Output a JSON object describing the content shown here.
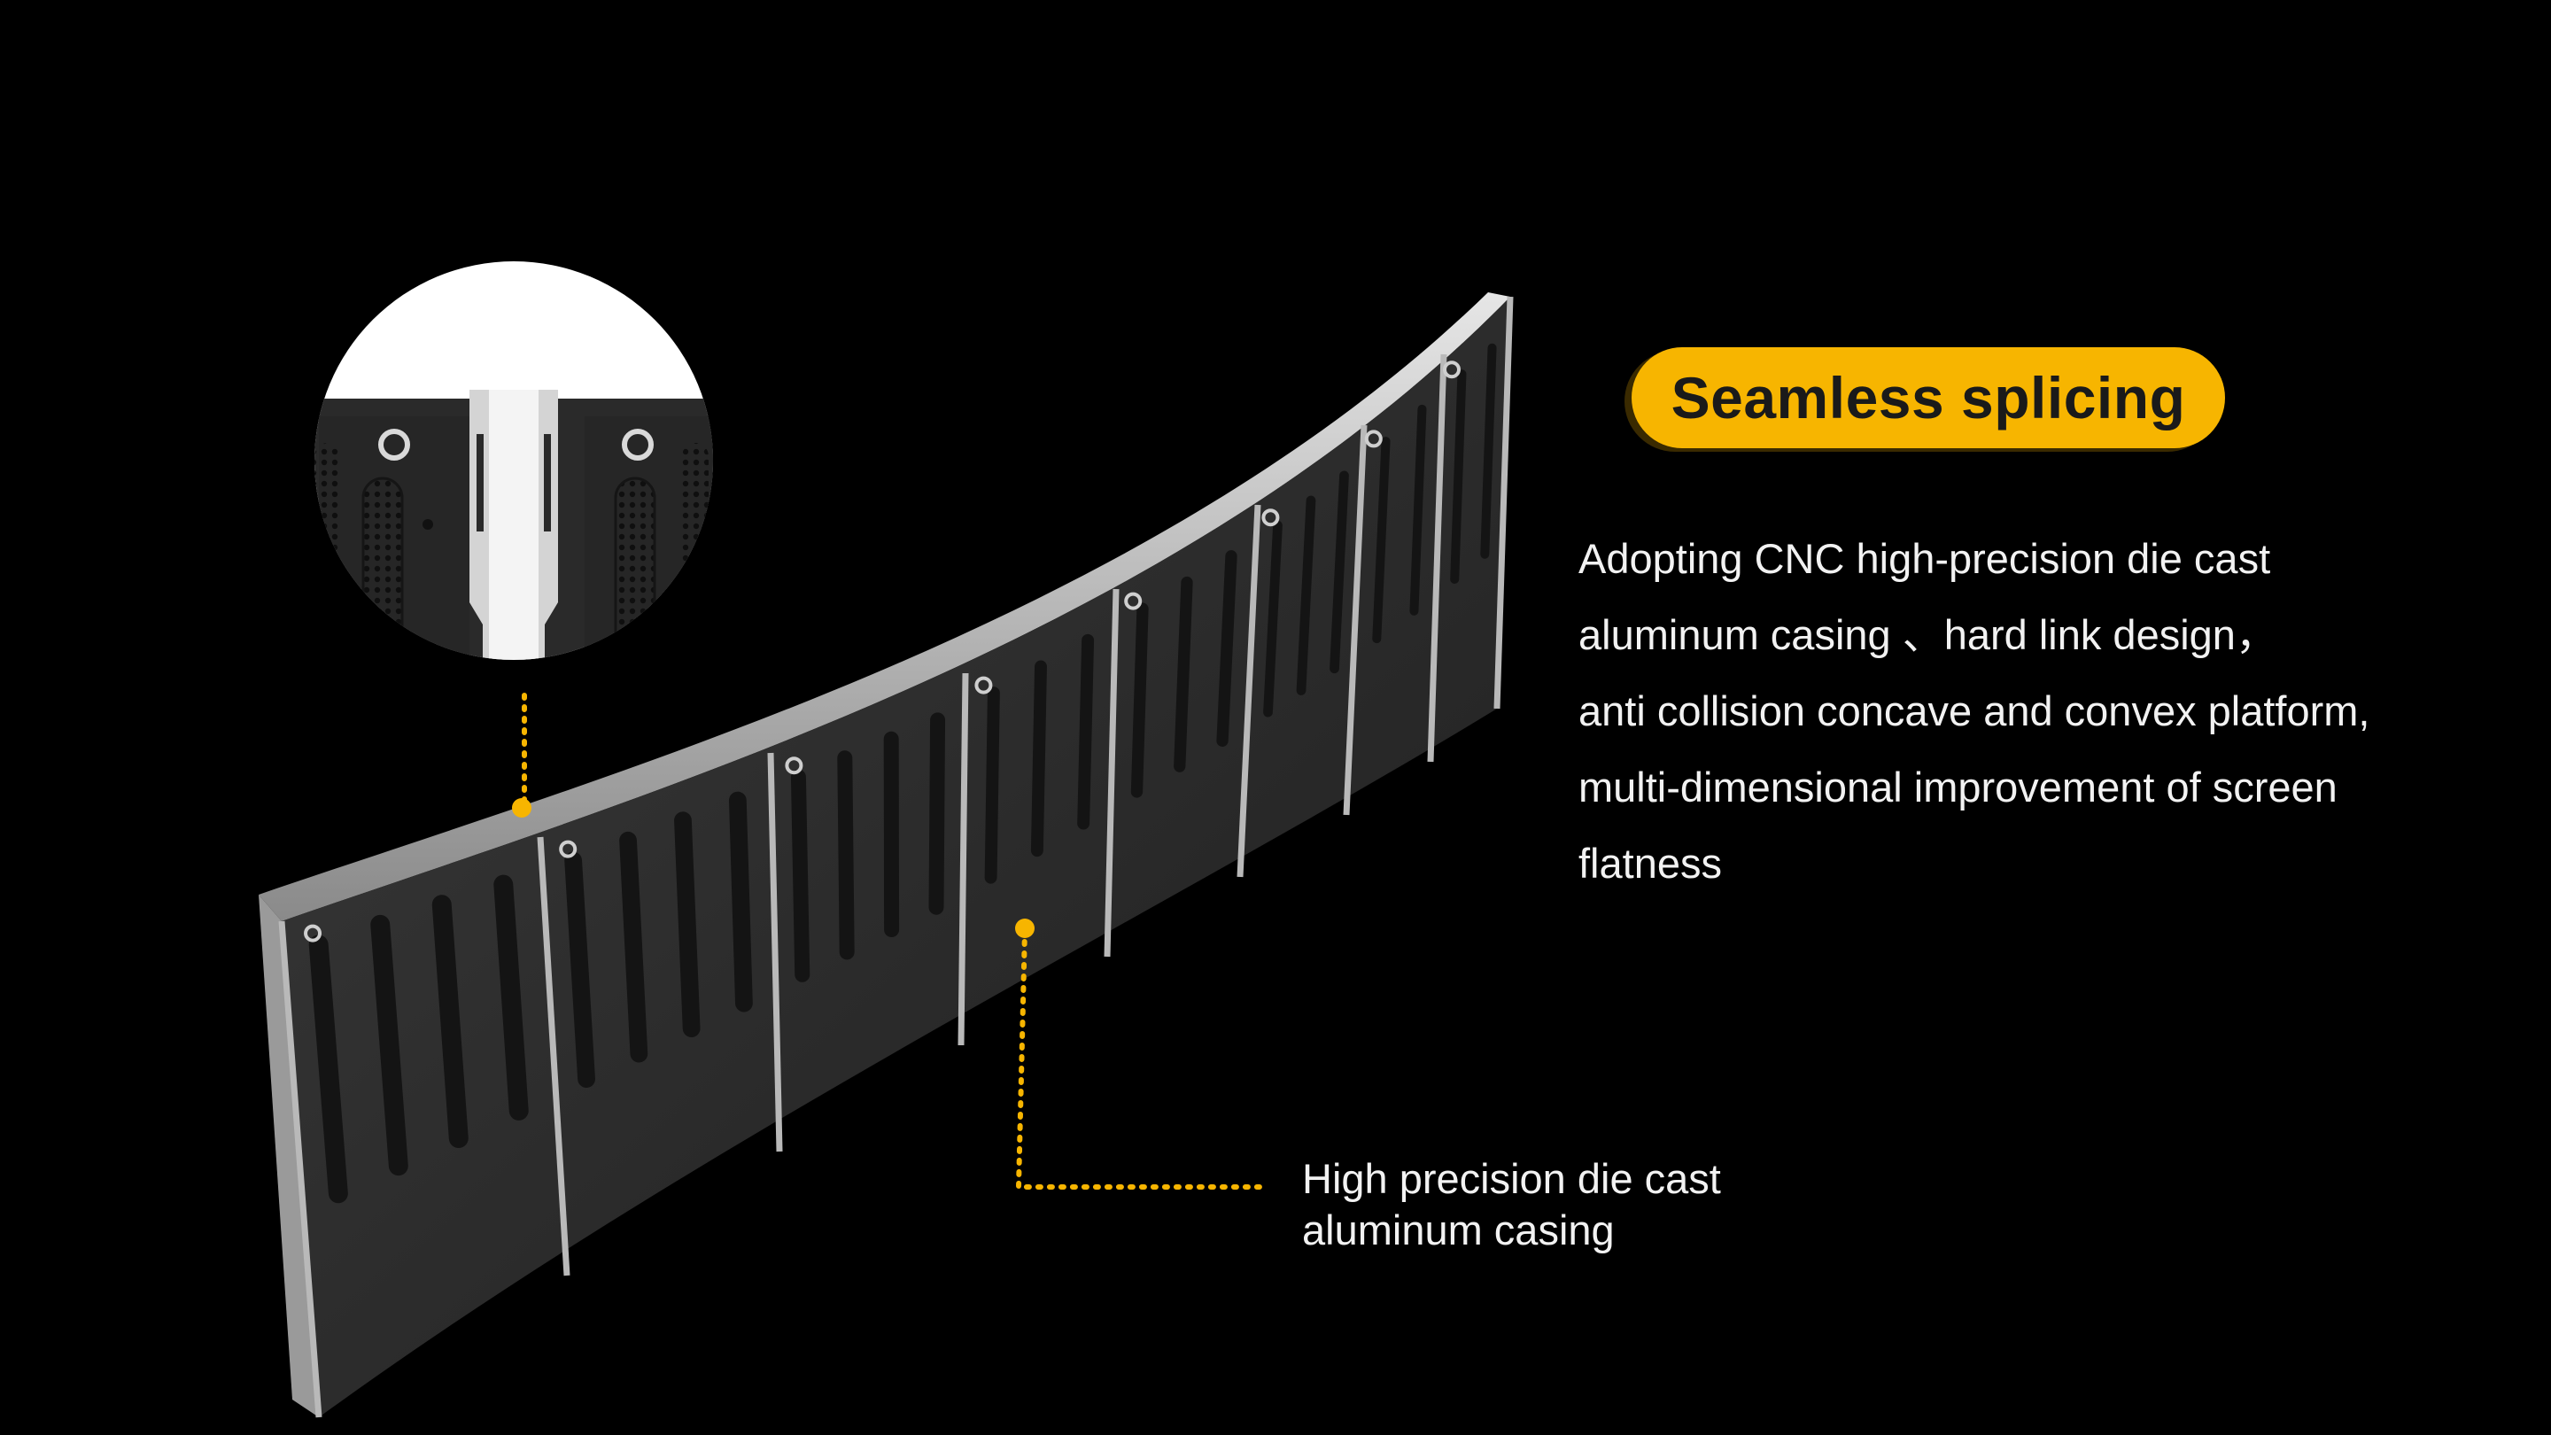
{
  "heading": "Seamless splicing",
  "description_lines": [
    "Adopting CNC high-precision die cast",
    "aluminum casing 、hard link design，",
    "anti collision concave and convex platform,",
    "multi-dimensional improvement of screen",
    "flatness"
  ],
  "callout_lines": [
    "High precision die cast",
    "aluminum casing"
  ],
  "colors": {
    "background": "#000000",
    "accent": "#f7b500",
    "text": "#f2f2f2",
    "panel": "#2c2c2c",
    "frame": "#bdbdbd"
  },
  "icons": [
    "curved-led-screen-panels",
    "detail-magnifier-circle",
    "leader-line-dot"
  ]
}
